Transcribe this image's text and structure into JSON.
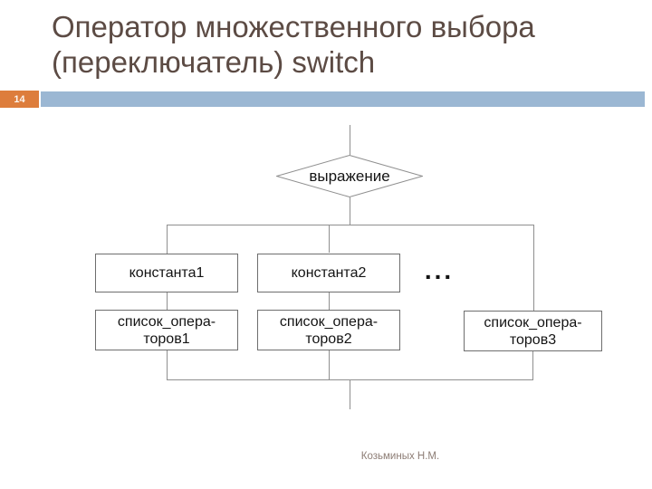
{
  "slide": {
    "page_number": "14",
    "title_line1": "Оператор множественного выбора",
    "title_line2": "(переключатель) switch",
    "footer": "Козьминых Н.М."
  },
  "colors": {
    "title_text": "#5c4b44",
    "page_badge_bg": "#dd7d3c",
    "page_badge_text": "#fdf6ef",
    "accent_bar_bg": "#9bb7d3",
    "flowchart_line": "#8f8f8f",
    "box_border": "#6e6e6e",
    "box_text": "#141414",
    "footer_text": "#8d7d75",
    "background": "#ffffff"
  },
  "diagram": {
    "decision_label": "выражение",
    "case_boxes": [
      "константа1",
      "константа2"
    ],
    "ellipsis": "...",
    "statement_boxes": [
      "список_опера-\nторов1",
      "список_опера-\nторов2",
      "список_опера-\nторов3"
    ]
  }
}
